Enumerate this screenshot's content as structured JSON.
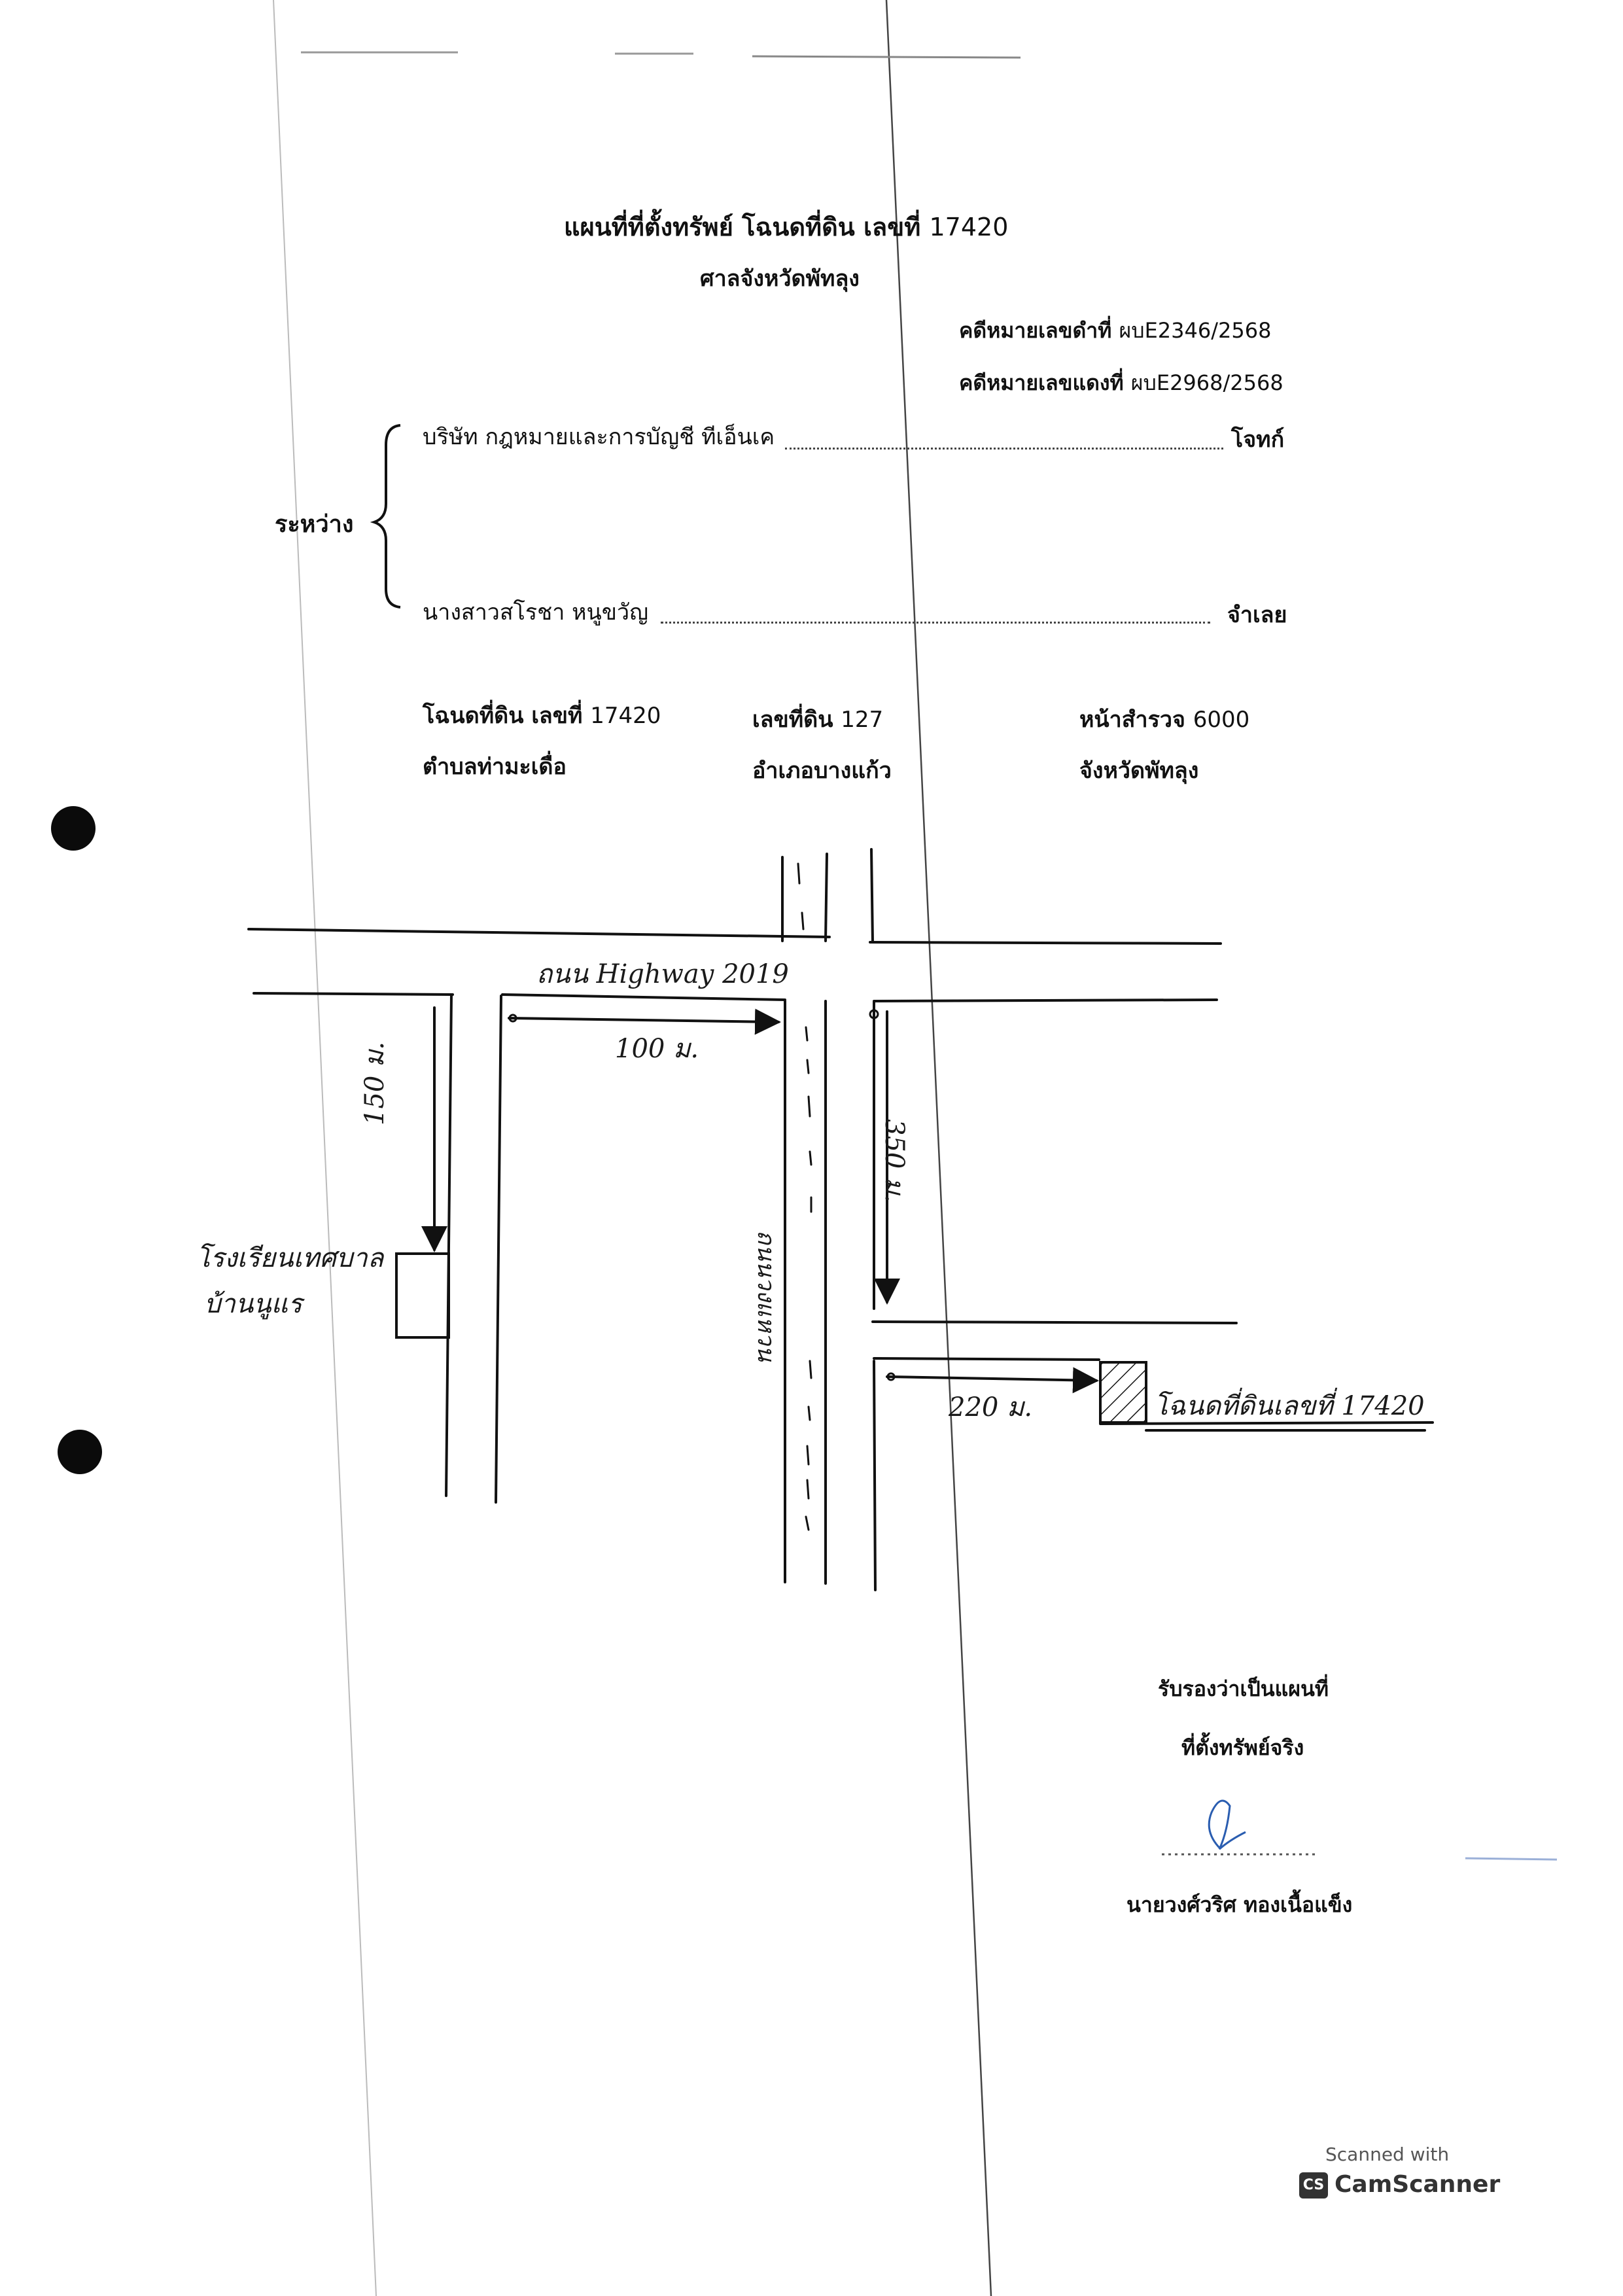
{
  "header": {
    "title": "แผนที่ที่ตั้งทรัพย์ โฉนดที่ดิน เลขที่",
    "title_number": "17420",
    "court": "ศาลจังหวัดพัทลุง"
  },
  "case": {
    "black_label": "คดีหมายเลขดำที่",
    "black_number": "ผบE2346/2568",
    "red_label": "คดีหมายเลขแดงที่",
    "red_number": "ผบE2968/2568"
  },
  "parties": {
    "between_label": "ระหว่าง",
    "plaintiff_name": "บริษัท กฎหมายและการบัญชี ทีเอ็นเค",
    "plaintiff_role": "โจทก์",
    "defendant_name": "นางสาวสโรชา หนูขวัญ",
    "defendant_role": "จำเลย"
  },
  "land": {
    "deed_label": "โฉนดที่ดิน เลขที่",
    "deed_number": "17420",
    "parcel_label": "เลขที่ดิน",
    "parcel_number": "127",
    "survey_label": "หน้าสำรวจ",
    "survey_number": "6000",
    "subdistrict": "ตำบลท่ามะเดื่อ",
    "district": "อำเภอบางแก้ว",
    "province": "จังหวัดพัทลุง"
  },
  "map": {
    "highway_label": "ถนน Highway 2019",
    "dist_100": "100 ม.",
    "dist_150": "150 ม.",
    "dist_350": "350 ม.",
    "dist_220": "220 ม.",
    "vertical_road": "ถนนวงแหวน",
    "school_line1": "โรงเรียนเทศบาล",
    "school_line2": "บ้านนูแร",
    "parcel_label": "โฉนดที่ดินเลขที่ 17420"
  },
  "certification": {
    "line1": "รับรองว่าเป็นแผนที่",
    "line2": "ที่ตั้งทรัพย์จริง",
    "signer": "นายวงศ์วริศ ทองเนื้อแข็ง"
  },
  "watermark": {
    "scanned_with": "Scanned with",
    "app_logo": "CS",
    "app_name": "CamScanner"
  },
  "colors": {
    "ink": "#111111",
    "pen": "#1a1a1a",
    "signature": "#2a5db0"
  }
}
